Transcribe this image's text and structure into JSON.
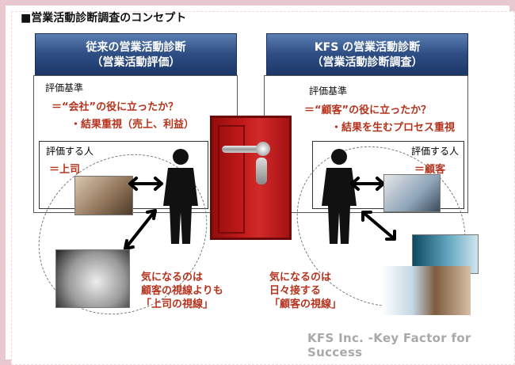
{
  "title": "■営業活動診断調査のコンセプト",
  "left": {
    "header_line1": "従来の営業活動診断",
    "header_line2": "（営業活動評価）",
    "criteria_label": "評価基準",
    "criteria_value": "＝“会社”の役に立ったか？",
    "criteria_sub": "・結果重視（売上、利益）",
    "evaluator_label": "評価する人",
    "evaluator_value": "＝上司",
    "concern_line1": "気になるのは",
    "concern_line2": "顧客の視線よりも",
    "concern_line3": "「上司の視線」"
  },
  "right": {
    "header_line1": "KFS の営業活動診断",
    "header_line2": "（営業活動診断調査）",
    "criteria_label": "評価基準",
    "criteria_value": "＝“顧客”の役に立ったか？",
    "criteria_sub": "・結果を生むプロセス重視",
    "evaluator_label": "評価する人",
    "evaluator_value": "＝顧客",
    "concern_line1": "気になるのは",
    "concern_line2": "日々接する",
    "concern_line3": "「顧客の視線」"
  },
  "footer": "KFS Inc. -Key Factor for Success",
  "colors": {
    "accent_red": "#b5331d",
    "header_blue": "#2f4f84",
    "door_red": "#c21a1a"
  }
}
